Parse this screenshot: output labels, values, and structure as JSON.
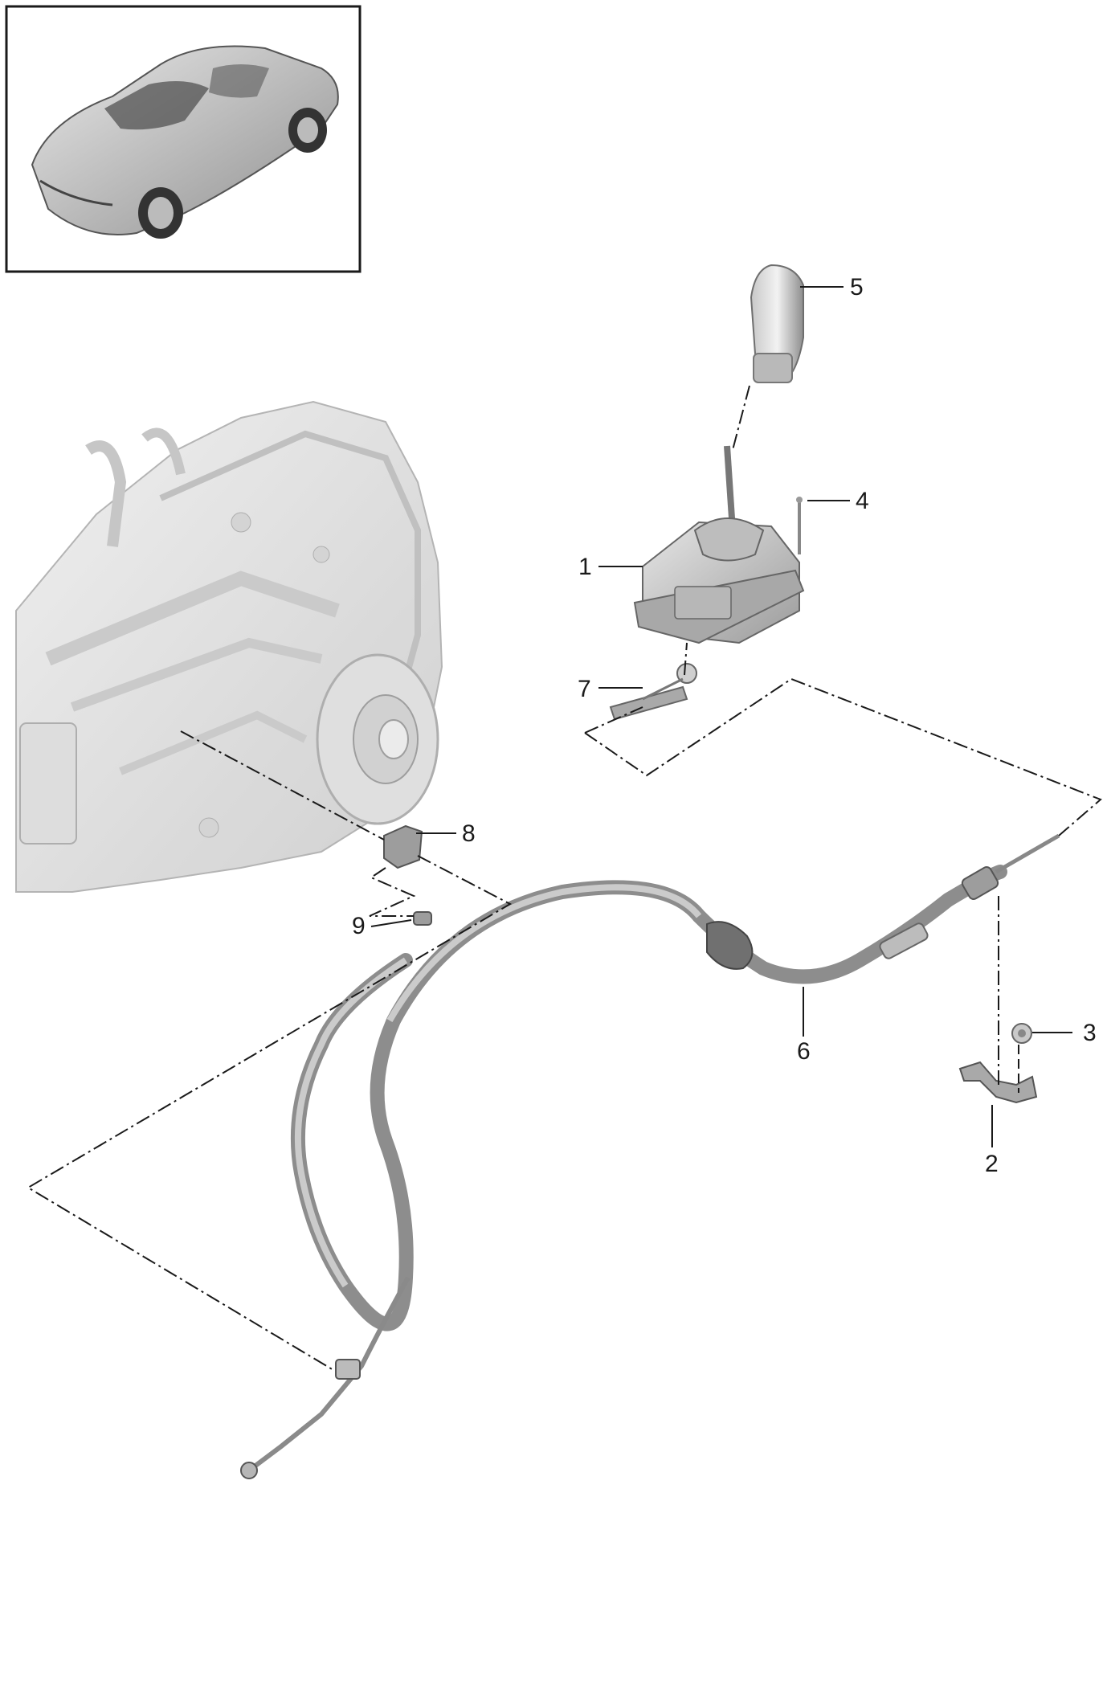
{
  "callouts": {
    "c1": "1",
    "c2": "2",
    "c3": "3",
    "c4": "4",
    "c5": "5",
    "c6": "6",
    "c7": "7",
    "c8": "8",
    "c9": "9"
  },
  "colors": {
    "line": "#1a1a1a",
    "part_fill": "#cfcfcf",
    "part_shadow": "#9a9a9a",
    "transmission_fill": "#e3e3e3"
  }
}
